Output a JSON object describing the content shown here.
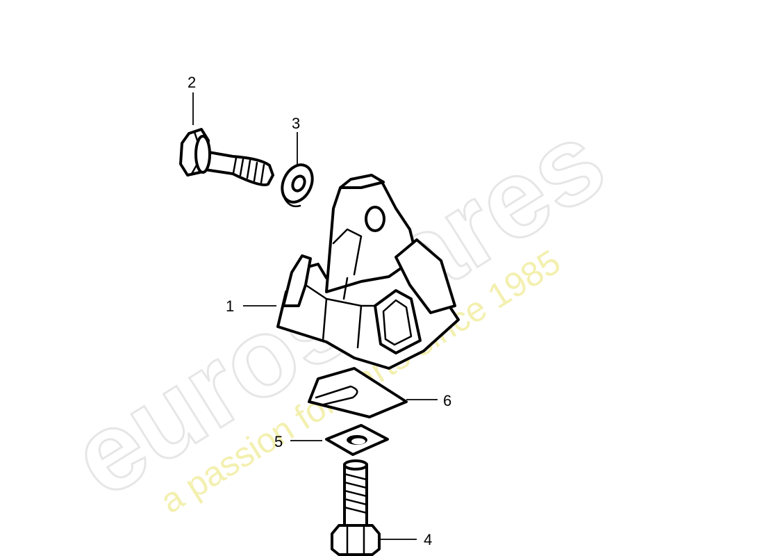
{
  "watermark": {
    "brand": "eurospares",
    "tagline": "a passion for parts since 1985",
    "tagline_color": "#f3f0b0"
  },
  "callouts": [
    {
      "number": "1",
      "part": "engine-mount"
    },
    {
      "number": "2",
      "part": "hex-bolt-upper"
    },
    {
      "number": "3",
      "part": "washer"
    },
    {
      "number": "4",
      "part": "hex-bolt-lower"
    },
    {
      "number": "5",
      "part": "square-washer"
    },
    {
      "number": "6",
      "part": "shim-plate"
    }
  ]
}
